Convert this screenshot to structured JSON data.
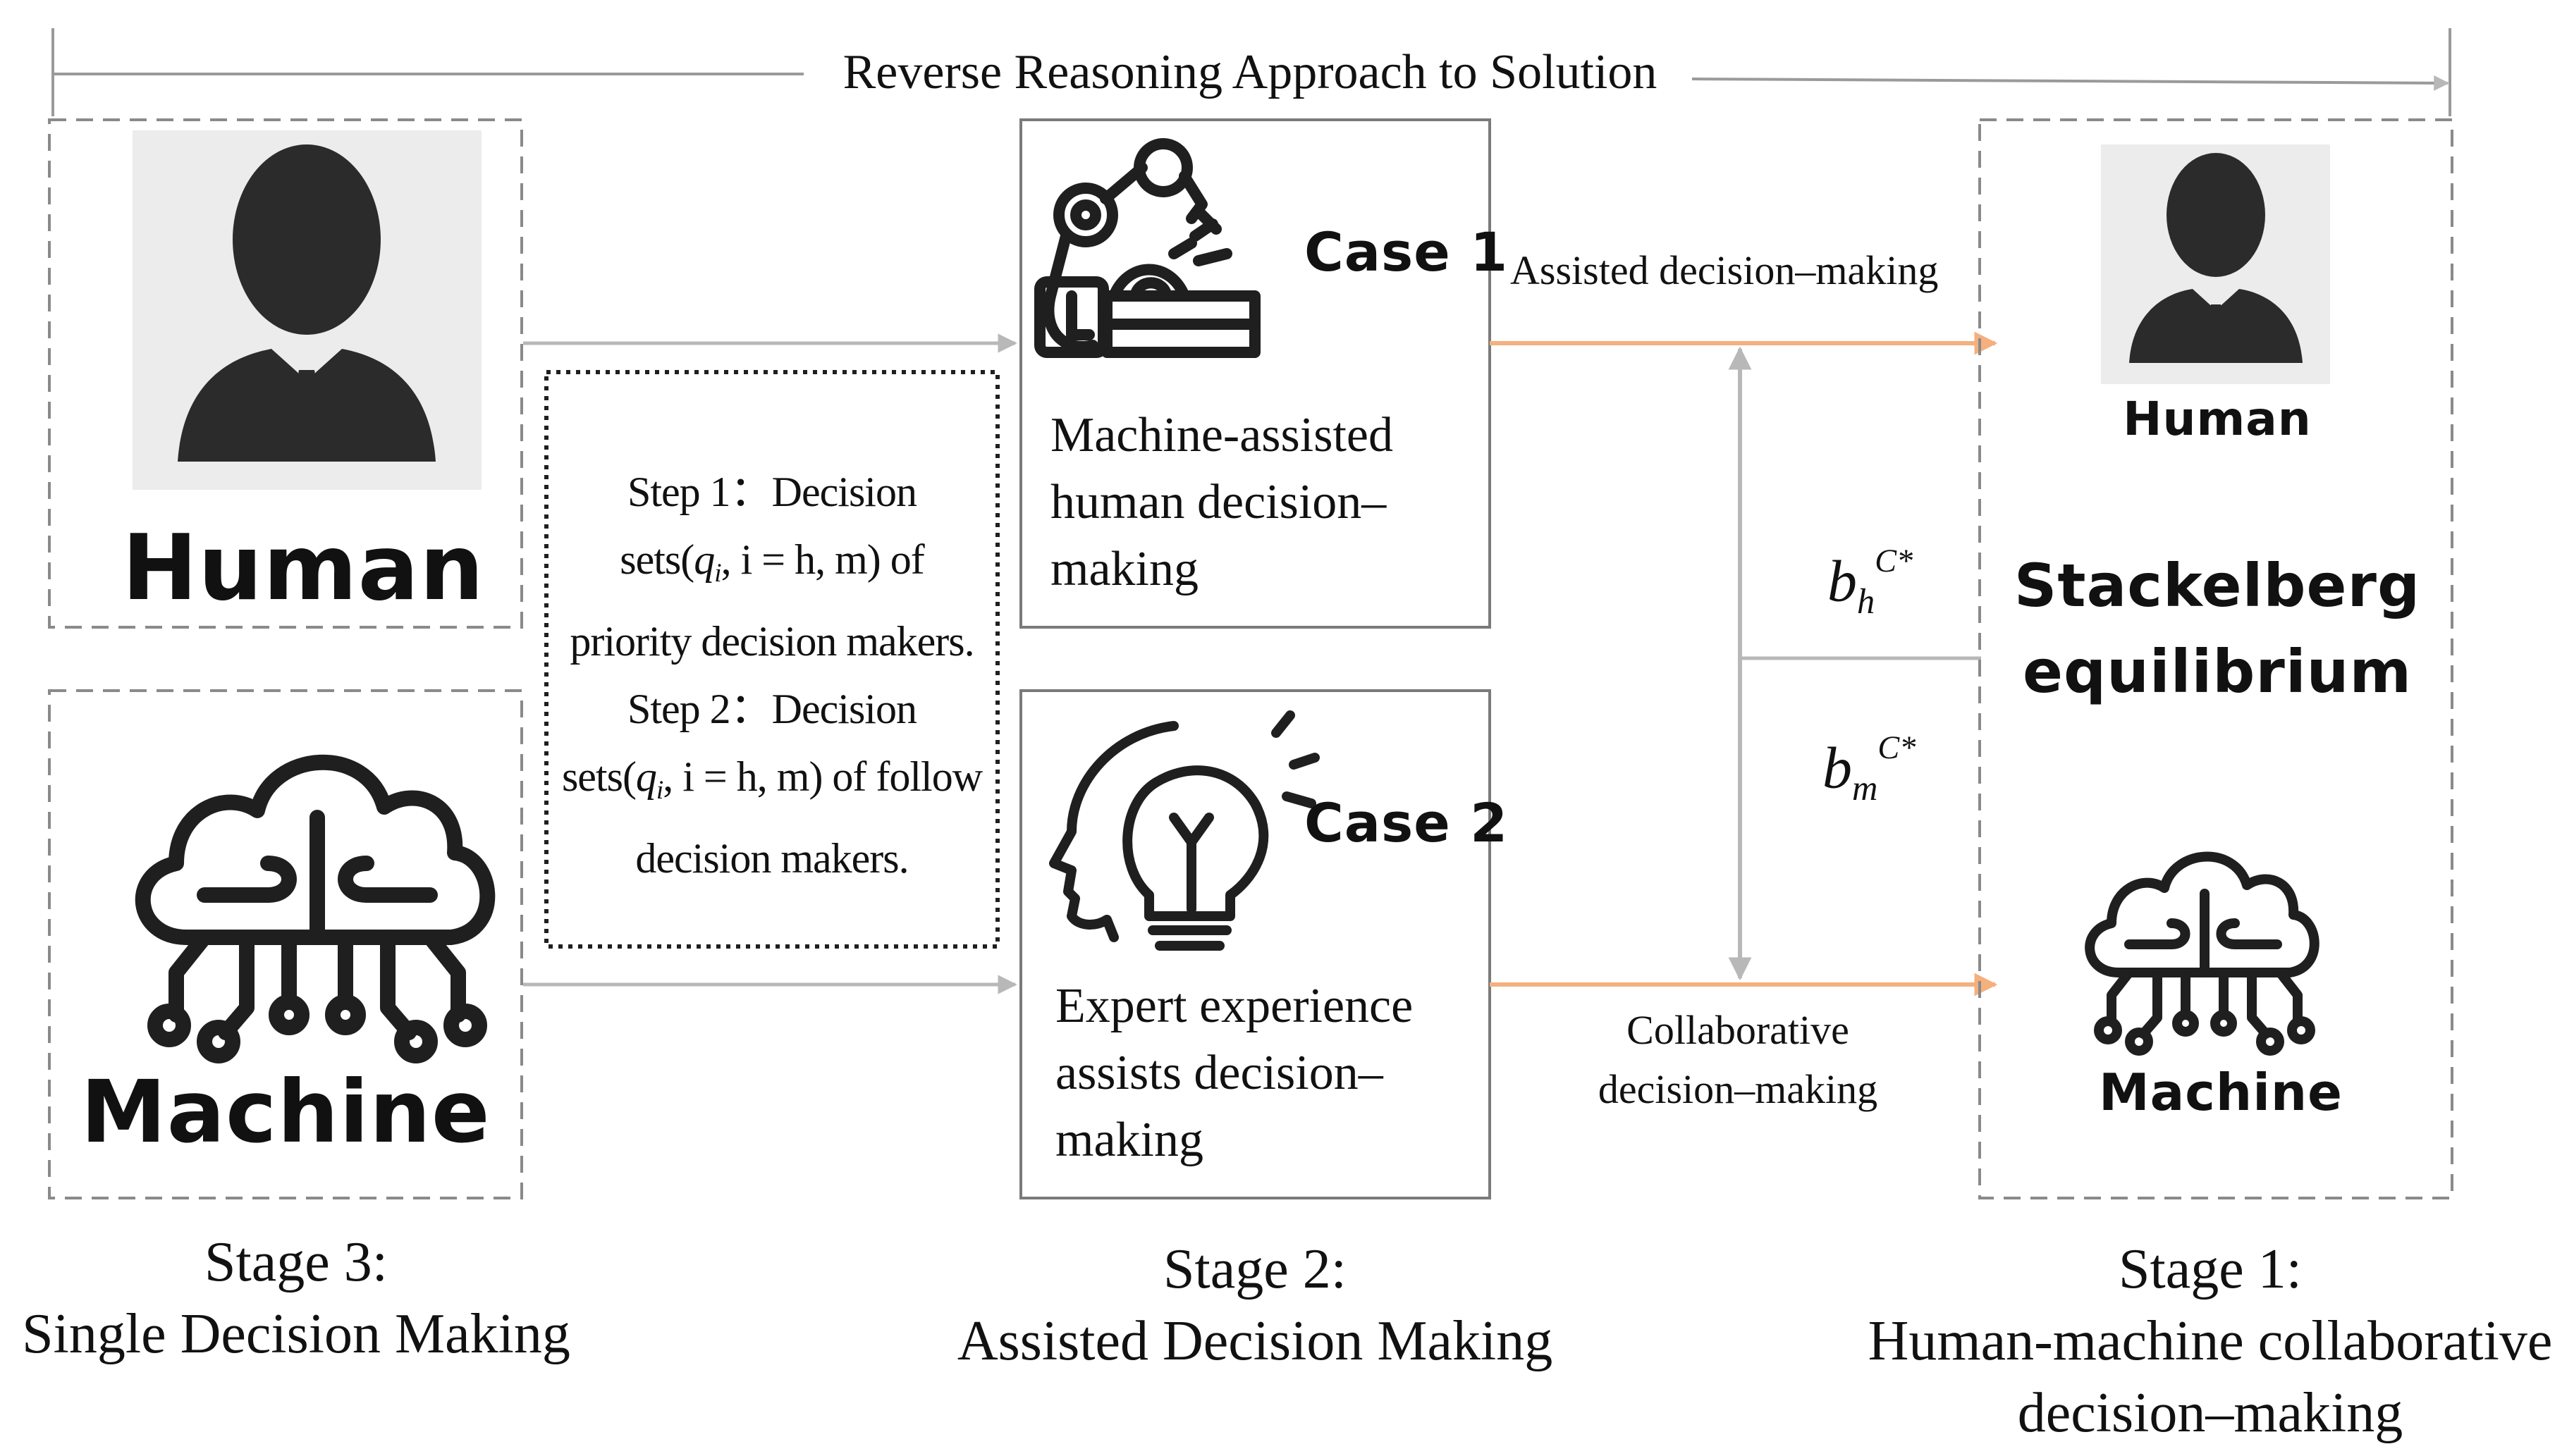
{
  "title": "Reverse Reasoning Approach to Solution",
  "stages": {
    "stage3": {
      "label": "Stage 3:",
      "name": "Single Decision Making"
    },
    "stage2": {
      "label": "Stage 2:",
      "name": "Assisted Decision Making"
    },
    "stage1": {
      "label": "Stage 1:",
      "name_line1": "Human-machine collaborative",
      "name_line2": "decision–making"
    }
  },
  "left": {
    "human_label": "Human",
    "machine_label": "Machine"
  },
  "steps": {
    "step1_line1": "Step 1：Decision",
    "step1_line2_pre": "sets(",
    "step1_line2_var": "q",
    "step1_line2_sub": "i",
    "step1_line2_post": ", i = h, m) of",
    "step1_line3": "priority decision makers.",
    "step2_line1": "Step 2：Decision",
    "step2_line2_pre": "sets(",
    "step2_line2_var": "q",
    "step2_line2_sub": "i",
    "step2_line2_post": ", i = h, m) of follow",
    "step2_line3": "decision makers."
  },
  "case1": {
    "title": "Case 1",
    "line1": "Machine-assisted",
    "line2": "human decision–",
    "line3": "making"
  },
  "case2": {
    "title": "Case 2",
    "line1": "Expert experience",
    "line2": "assists decision–",
    "line3": "making"
  },
  "arrows": {
    "assisted": "Assisted decision–making",
    "collab_line1": "Collaborative",
    "collab_line2": "decision–making"
  },
  "math": {
    "bh_base": "b",
    "bh_sub": "h",
    "bh_sup": "C*",
    "bm_base": "b",
    "bm_sub": "m",
    "bm_sup": "C*"
  },
  "right": {
    "human_label": "Human",
    "eq_line1": "Stackelberg",
    "eq_line2": "equilibrium",
    "machine_label": "Machine"
  },
  "colors": {
    "dashed_border": "#8a8a8a",
    "gray_arrow": "#b8b8b8",
    "orange_arrow": "#f4b07e",
    "icon_dark": "#1f1f1f",
    "icon_bg": "#ececec"
  },
  "icons": [
    "person-icon",
    "ai-brain-cloud-icon",
    "robot-arm-icon",
    "lightbulb-head-icon"
  ]
}
